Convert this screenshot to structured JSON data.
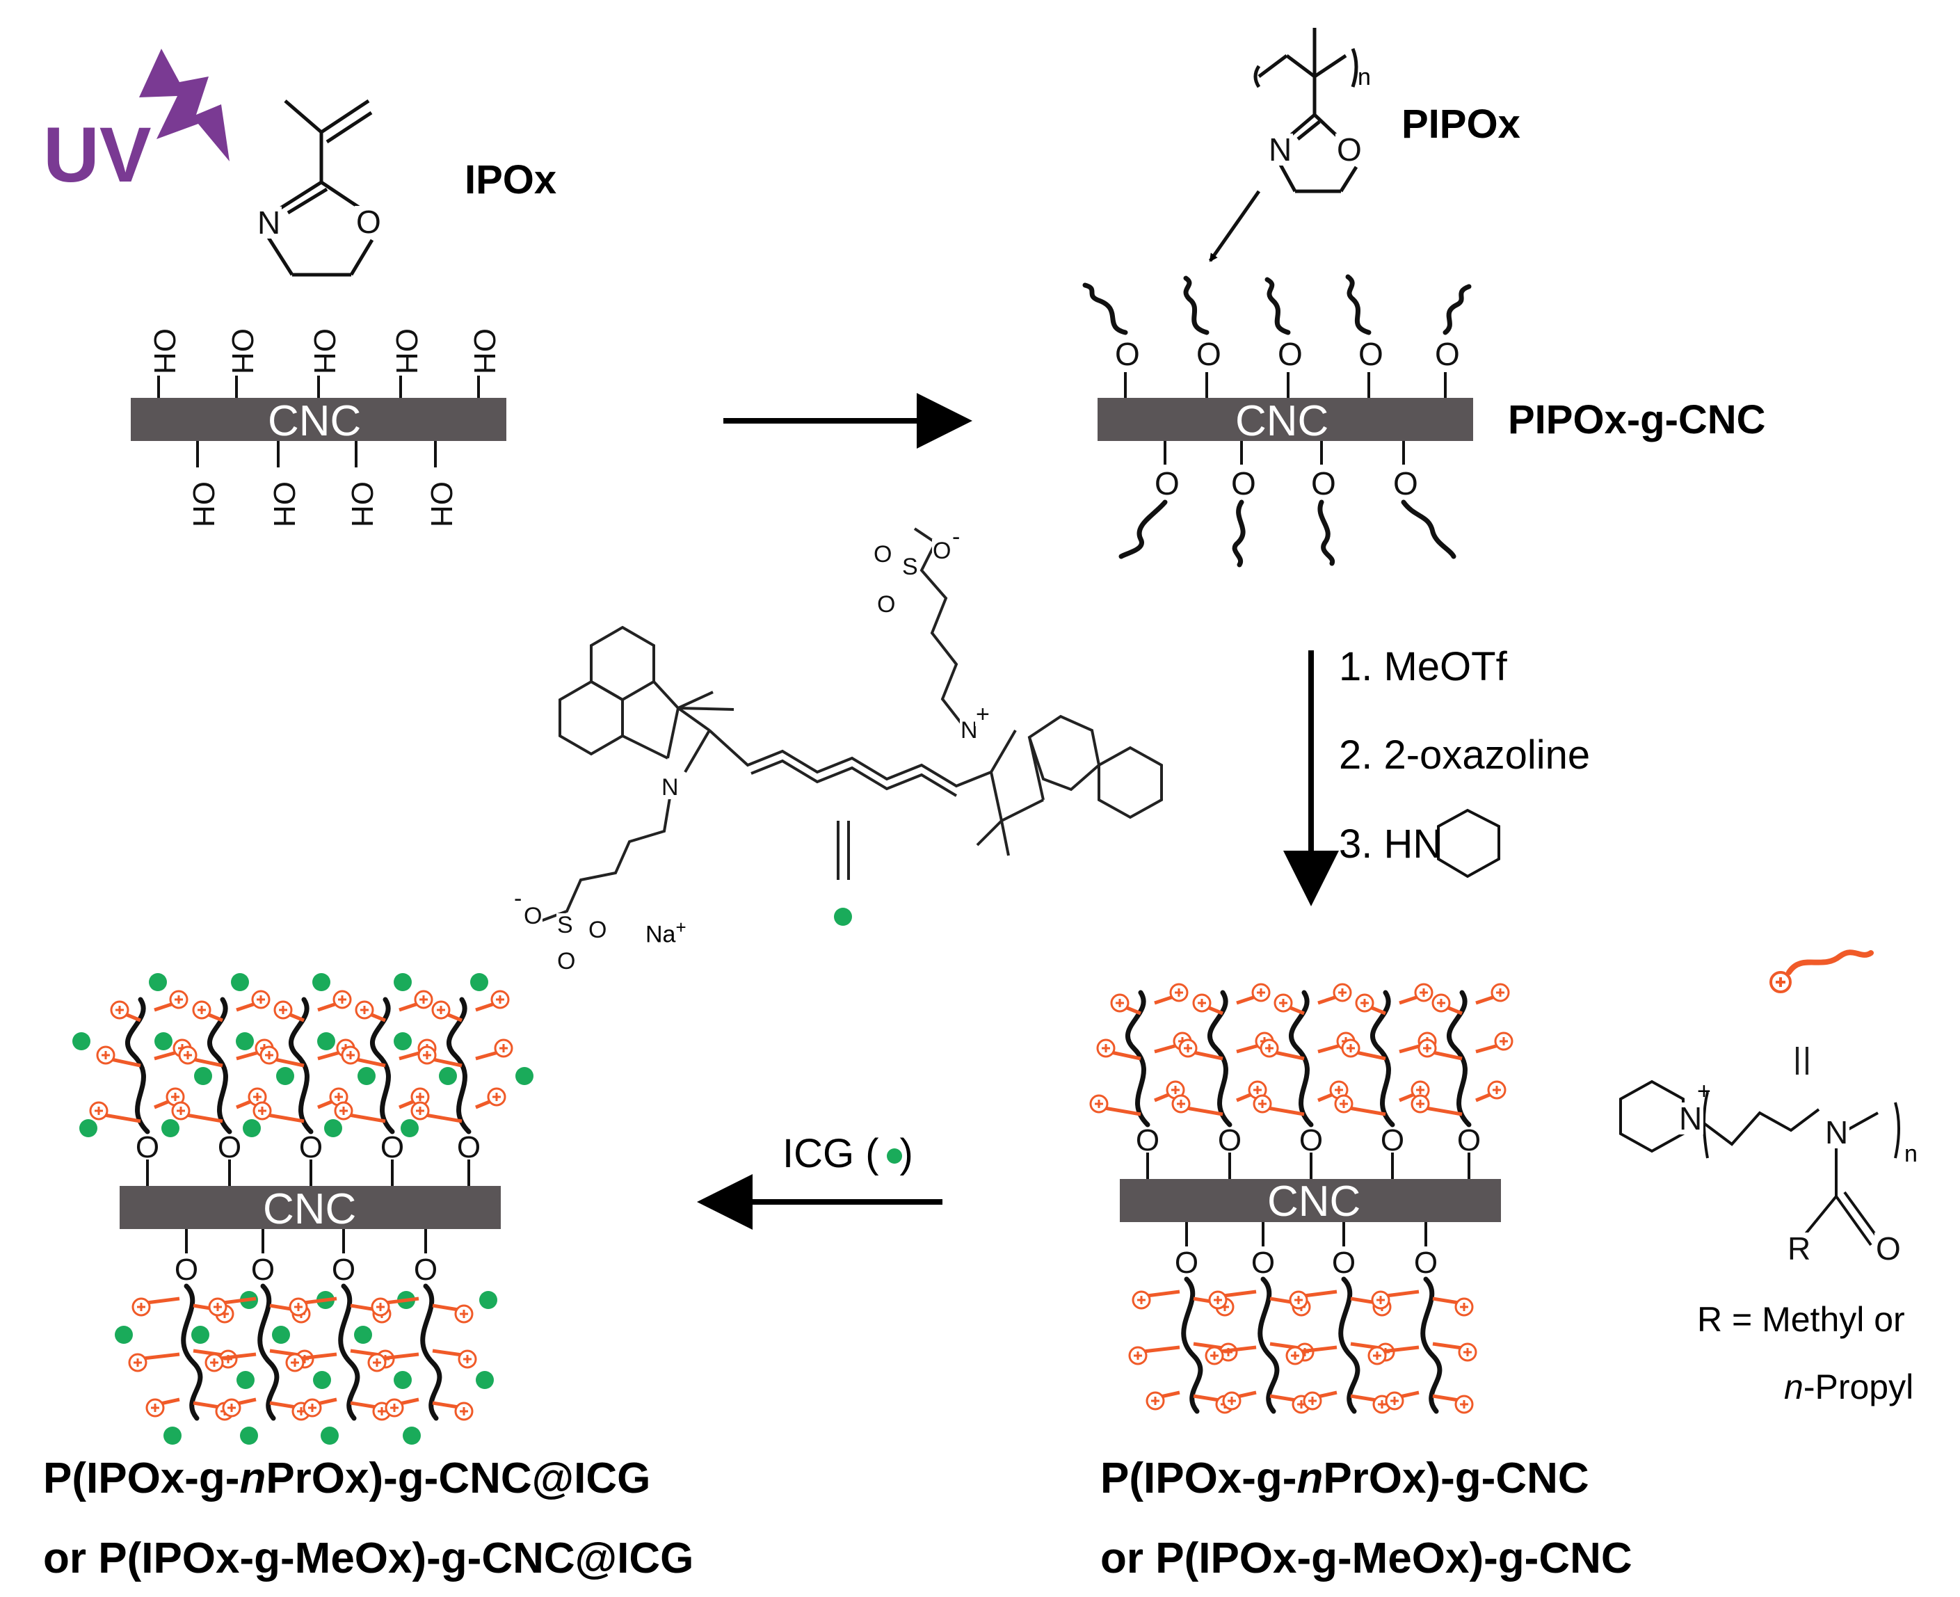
{
  "labels": {
    "uv": "UV",
    "ipox": "IPOx",
    "pipox": "PIPOx",
    "pipox_g_cnc": "PIPOx-g-CNC",
    "cnc": "CNC",
    "oh": "OH",
    "o": "O",
    "n": "N",
    "n_plus": "N",
    "subscript_n": "n",
    "sulfur": "S",
    "na": "Na",
    "plus": "+",
    "minus": "-",
    "equals_sign": "||",
    "r_atom": "R"
  },
  "steps": {
    "step1": "1.  MeOTf",
    "step2": "2.  2-oxazoline",
    "step3_prefix": "3.  H",
    "step3_n": "N"
  },
  "icg_reagent": {
    "prefix": "ICG (",
    "suffix": ")"
  },
  "legend": {
    "r_definition": "R = Methyl or",
    "r_definition_line2_italic": "n",
    "r_definition_line2_rest": "-Propyl"
  },
  "products": {
    "left_line1_a": "P(IPOx-g-",
    "left_line1_italic": "n",
    "left_line1_b": "PrOx)-g-CNC@ICG",
    "left_line2": "or P(IPOx-g-MeOx)-g-CNC@ICG",
    "right_line1_a": "P(IPOx-g-",
    "right_line1_italic": "n",
    "right_line1_b": "PrOx)-g-CNC",
    "right_line2": "or P(IPOx-g-MeOx)-g-CNC"
  },
  "colors": {
    "cnc_bar": "#5a5557",
    "uv": "#7a3a93",
    "cationic_chain": "#f05a28",
    "icg_dot": "#1aab5a",
    "polymer": "#111111"
  },
  "icons": {
    "uv_bolt": "lightning-bolt-icon",
    "icg_dot": "green-dot-icon",
    "cation": "circled-plus-icon"
  }
}
